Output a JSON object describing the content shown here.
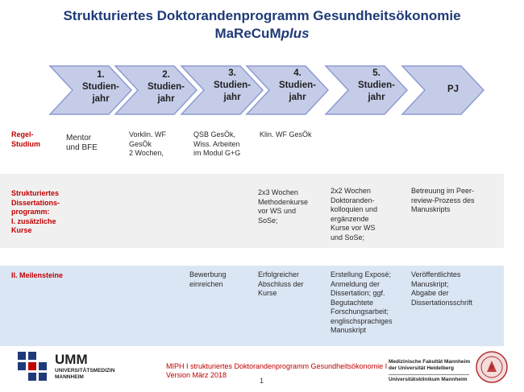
{
  "header": {
    "title_line1": "Strukturiertes Doktorandenprogramm Gesundheitsökonomie",
    "title_line2_main": "MaReCuM",
    "title_line2_italic": "plus"
  },
  "arrows": [
    {
      "line1": "1.",
      "line2": "Studien-",
      "line3": "jahr"
    },
    {
      "line1": "2.",
      "line2": "Studien-",
      "line3": "jahr"
    },
    {
      "line1": "3.",
      "line2": "Studien-",
      "line3": "jahr"
    },
    {
      "line1": "4.",
      "line2": "Studien-",
      "line3": "jahr"
    },
    {
      "line1": "5.",
      "line2": "Studien-",
      "line3": "jahr"
    },
    {
      "line1": "PJ",
      "line2": "",
      "line3": ""
    }
  ],
  "colors": {
    "arrow_fill": "#c5cce8",
    "arrow_stroke": "#8f9bd2",
    "title": "#1f3a78",
    "row_head": "#c00000",
    "band_gray": "#f0f0f0",
    "band_blue": "#dbe6f4"
  },
  "rows": {
    "regel": {
      "head": [
        "Regel-",
        "Studium"
      ],
      "cells": [
        [
          "Mentor",
          "und BFE"
        ],
        [
          "Vorklin. WF",
          "GesÖk",
          "2 Wochen,"
        ],
        [
          "QSB GesÖk,",
          "Wiss. Arbeiten",
          "im Modul G+G"
        ],
        [
          "Klin. WF GesÖk"
        ]
      ]
    },
    "kurse": {
      "head": [
        "Strukturiertes",
        "Dissertations-",
        "programm:",
        "I. zusätzliche",
        "Kurse"
      ],
      "cells": [
        [
          "2x3 Wochen",
          "Methodenkurse",
          "vor WS und",
          "SoSe;"
        ],
        [
          "2x2 Wochen",
          "Doktoranden-",
          "kolloquien und",
          "ergänzende",
          "Kurse vor WS",
          "und SoSe;"
        ],
        [
          "Betreuung im Peer-",
          "review-Prozess des",
          "Manuskripts"
        ]
      ]
    },
    "meilensteine": {
      "head": [
        "II. Meilensteine"
      ],
      "cells": [
        [
          "Bewerbung",
          "einreichen"
        ],
        [
          "Erfolgreicher",
          "Abschluss der",
          "Kurse"
        ],
        [
          "Erstellung Exposé;",
          "Anmeldung der",
          "Dissertation; ggf.",
          "Begutachtete",
          "Forschungsarbeit;",
          "englischsprachiges",
          "Manuskript"
        ],
        [
          "Veröffentlichtes",
          "Manuskript;",
          "Abgabe der",
          "Dissertationsschrift"
        ]
      ]
    }
  },
  "footer": {
    "umm_logo": "UMM",
    "umm_sub1": "UNIVERSITÄTSMEDIZIN",
    "umm_sub2": "MANNHEIM",
    "text_line1": "MIPH  I strukturiertes Doktorandenprogramm   Gesundheitsökonomie  I",
    "text_line2": "Version März 2018",
    "page": "1",
    "hd_line1": "Medizinische Fakultät Mannheim",
    "hd_line2": "der Universität Heidelberg",
    "hd_line3": "Universitätsklinikum Mannheim"
  }
}
